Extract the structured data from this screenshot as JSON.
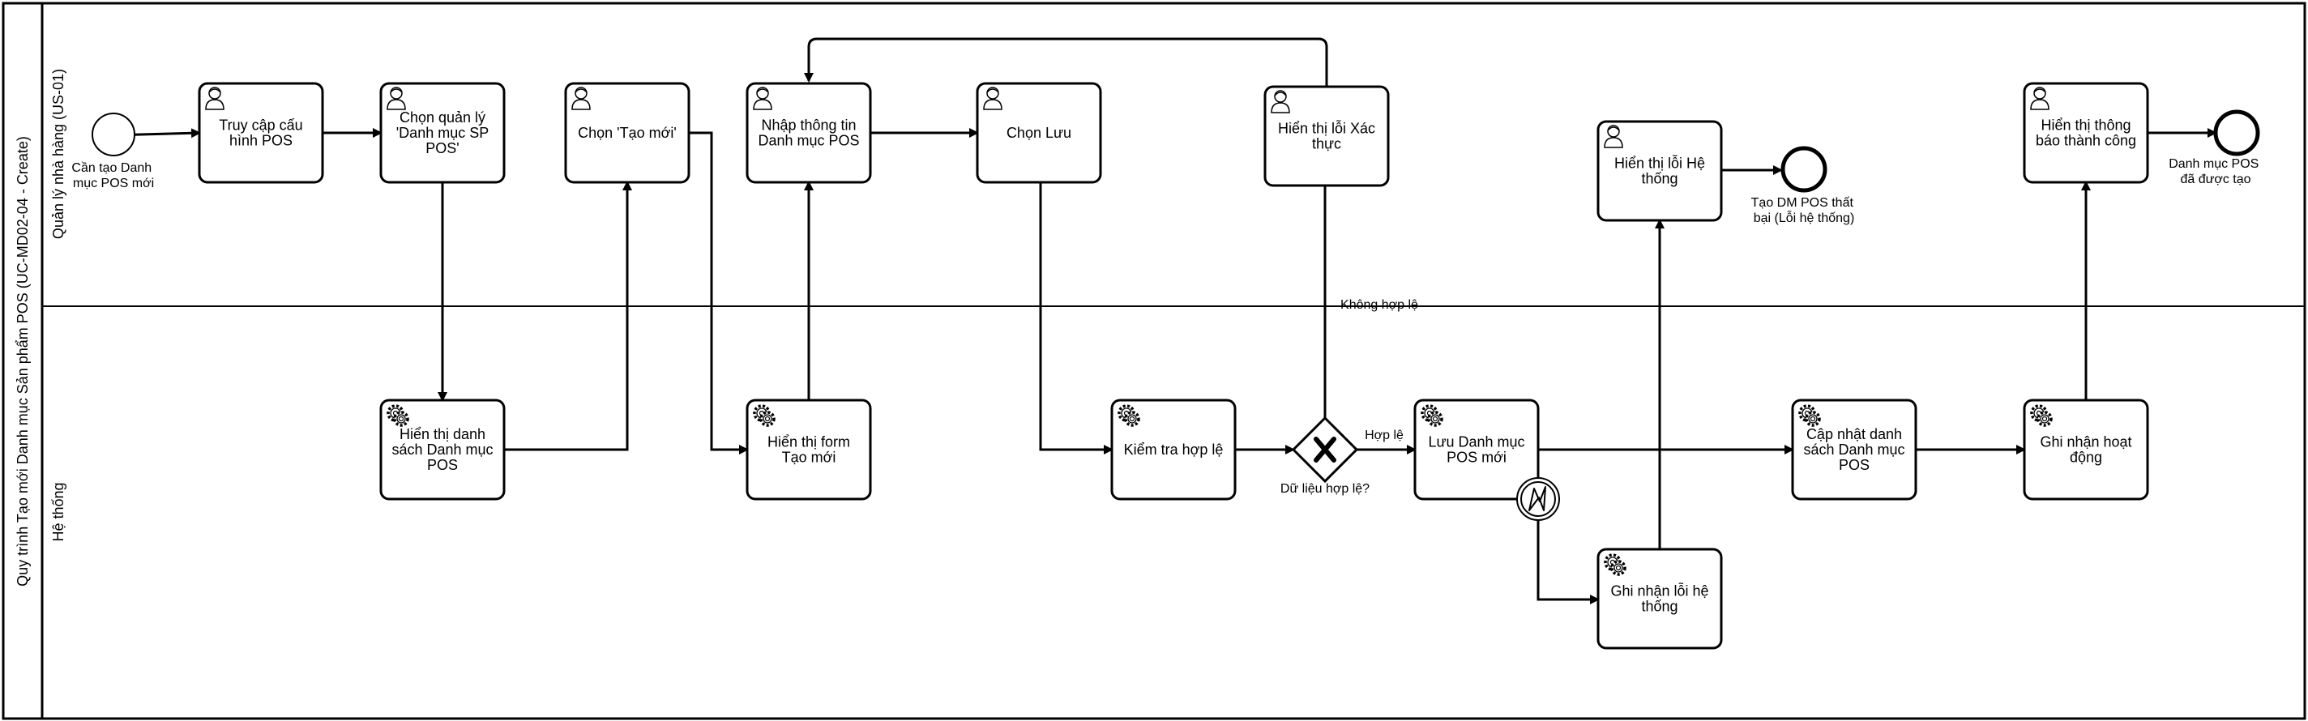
{
  "pool": {
    "title": "Quy trình Tạo mới Danh mục Sản phẩm POS (UC-MD02-04 - Create)"
  },
  "lanes": [
    {
      "id": "user",
      "title": "Quản lý nhà hàng (US-01)"
    },
    {
      "id": "system",
      "title": "Hệ thống"
    }
  ],
  "events": {
    "start": [
      "Cần tạo Danh",
      "mục POS mới"
    ],
    "end_error": [
      "Tạo DM POS thất",
      "bại (Lỗi hệ thống)"
    ],
    "end_success": [
      "Danh mục POS",
      "đã được tạo"
    ]
  },
  "tasks": {
    "access_config": [
      "Truy cập cấu",
      "hình POS"
    ],
    "choose_manage": [
      "Chọn quản lý",
      "'Danh mục SP",
      "POS'"
    ],
    "choose_new": [
      "Chọn 'Tạo mới'"
    ],
    "enter_info": [
      "Nhập thông tin",
      "Danh mục POS"
    ],
    "choose_save": [
      "Chọn Lưu"
    ],
    "show_validation_error": [
      "Hiển thị lỗi Xác",
      "thực"
    ],
    "show_system_error": [
      "Hiển thị lỗi Hệ",
      "thống"
    ],
    "show_success": [
      "Hiển thị thông",
      "báo thành công"
    ],
    "show_list": [
      "Hiển thị danh",
      "sách Danh mục",
      "POS"
    ],
    "show_form": [
      "Hiển thị form",
      "Tạo mới"
    ],
    "validate": [
      "Kiểm tra hợp lệ"
    ],
    "save_category": [
      "Lưu Danh mục",
      "POS mới"
    ],
    "log_system_error": [
      "Ghi nhận lỗi hệ",
      "thống"
    ],
    "update_list": [
      "Cập nhật danh",
      "sách Danh mục",
      "POS"
    ],
    "log_activity": [
      "Ghi nhận hoạt",
      "động"
    ]
  },
  "gateway": {
    "label": "Dữ liệu hợp lệ?"
  },
  "flows": {
    "valid": "Hợp lệ",
    "invalid": "Không hợp lệ"
  }
}
